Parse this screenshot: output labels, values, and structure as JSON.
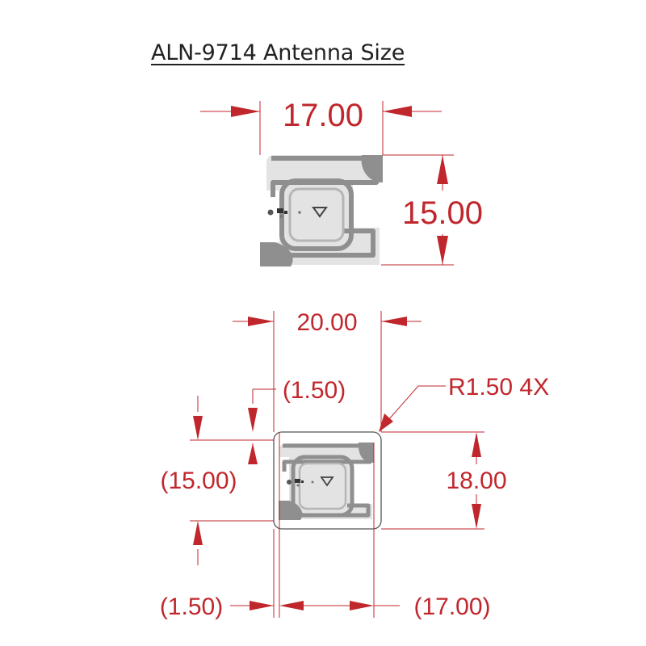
{
  "title": "ALN-9714 Antenna Size",
  "colors": {
    "dimension": "#c0272d",
    "antenna_trace": "#8f8f8f",
    "antenna_light": "#d9d9d9",
    "outline": "#555555",
    "title": "#222222"
  },
  "inlay_view": {
    "width_label": "17.00",
    "height_label": "15.00"
  },
  "label_view": {
    "width_label": "20.00",
    "height_label": "18.00",
    "top_margin_label": "(1.50)",
    "left_margin_label": "(1.50)",
    "antenna_height_label": "(15.00)",
    "antenna_width_label": "(17.00)",
    "corner_radius_label": "R1.50 4X"
  }
}
